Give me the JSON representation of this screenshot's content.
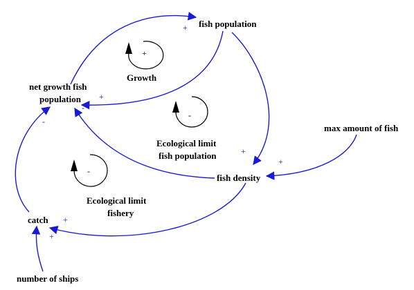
{
  "colors": {
    "link": "#1a1ad6",
    "polarity": "#1a1aa8",
    "text": "#000000",
    "background": "#ffffff"
  },
  "variables": {
    "fish_population": "fish population",
    "net_growth_line1": "net growth fish",
    "net_growth_line2": "population",
    "fish_density": "fish density",
    "max_amount": "max amount of fish",
    "catch": "catch",
    "number_of_ships": "number of ships"
  },
  "loops": {
    "growth": {
      "label": "Growth",
      "polarity": "+"
    },
    "ecological_fish": {
      "label_line1": "Ecological limit",
      "label_line2": "fish population",
      "polarity": "-"
    },
    "ecological_fishery": {
      "label_line1": "Ecological limit",
      "label_line2": "fishery",
      "polarity": "-"
    }
  },
  "links": [
    {
      "from": "net growth fish population",
      "to": "fish population",
      "polarity": "+"
    },
    {
      "from": "fish population",
      "to": "net growth fish population",
      "polarity": "+"
    },
    {
      "from": "fish population",
      "to": "fish density",
      "polarity": "+"
    },
    {
      "from": "fish density",
      "to": "net growth fish population",
      "polarity": "-"
    },
    {
      "from": "max amount of fish",
      "to": "fish density",
      "polarity": "+"
    },
    {
      "from": "fish density",
      "to": "catch",
      "polarity": "+"
    },
    {
      "from": "catch",
      "to": "net growth fish population",
      "polarity": "-"
    },
    {
      "from": "number of ships",
      "to": "catch",
      "polarity": "+"
    }
  ],
  "polarity_marks": {
    "p1": "+",
    "p2": "+",
    "p3": "-",
    "p4": "+",
    "p5": "+",
    "p6": "-",
    "p7": "+",
    "p8": "+"
  }
}
